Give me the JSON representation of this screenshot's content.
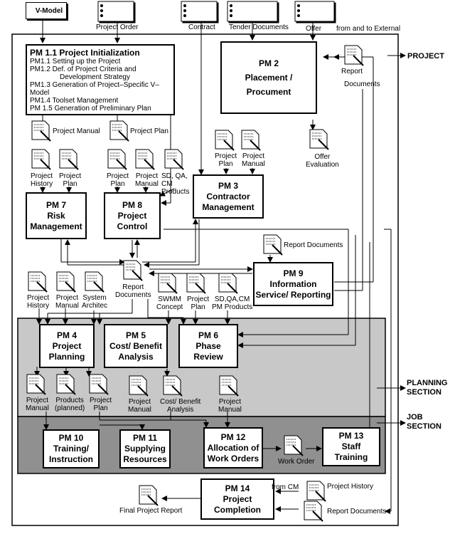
{
  "colors": {
    "planning_fill": "#c8c8c8",
    "job_fill": "#909090",
    "line": "#000000"
  },
  "top_inputs": {
    "v_model": "V-Model",
    "project_order": "Project Order",
    "contract": "Contract",
    "tender_documents": "Tender Documents",
    "offer": "Offer",
    "external": "from and to External"
  },
  "pm11": {
    "title": "PM 1.1 Project Initialization",
    "items": [
      "PM1.1 Setting up the Project",
      "PM1.2 Def. of Project Criteria and",
      "Development Strategy",
      "PM1.3 Generation of Project–Specific V–Model",
      "PM1.4 Toolset Management",
      "PM 1.5 Generation of Preliminary Plan"
    ]
  },
  "boxes": {
    "pm2": [
      "PM 2",
      "Placement /",
      "Procument"
    ],
    "pm3": [
      "PM 3",
      "Contractor",
      "Management"
    ],
    "pm7": [
      "PM 7",
      "Risk",
      "Management"
    ],
    "pm8": [
      "PM 8",
      "Project",
      "Control"
    ],
    "pm9": [
      "PM 9",
      "Information",
      "Service/ Reporting"
    ],
    "pm4": [
      "PM 4",
      "Project",
      "Planning"
    ],
    "pm5": [
      "PM 5",
      "Cost/ Benefit",
      "Analysis"
    ],
    "pm6": [
      "PM 6",
      "Phase",
      "Review"
    ],
    "pm10": [
      "PM 10",
      "Training/",
      "Instruction"
    ],
    "pm11b": [
      "PM 11",
      "Supplying",
      "Resources"
    ],
    "pm12": [
      "PM 12",
      "Allocation of",
      "Work Orders"
    ],
    "pm13": [
      "PM 13",
      "Staff",
      "Training"
    ],
    "pm14": [
      "PM 14",
      "Project",
      "Completion"
    ]
  },
  "docs": {
    "report_documents_pm2": [
      "Report",
      "Documents"
    ],
    "project_manual_top": "Project Manual",
    "project_plan_top": "Project Plan",
    "offer_evaluation": [
      "Offer",
      "Evaluation"
    ],
    "pm3_plan": [
      "Project",
      "Plan"
    ],
    "pm3_manual": [
      "Project",
      "Manual"
    ],
    "pm7_history": [
      "Project",
      "History"
    ],
    "pm7_plan": [
      "Project",
      "Plan"
    ],
    "pm8_plan": [
      "Project",
      "Plan"
    ],
    "pm8_manual": [
      "Project",
      "Manual"
    ],
    "pm8_products": [
      "SD, QA,",
      "CM",
      "Products"
    ],
    "report_documents_pm9": "Report  Documents",
    "report_documents_mid": [
      "Report",
      "Documents"
    ],
    "mid_history": [
      "Project",
      "History"
    ],
    "mid_manual": [
      "Project",
      "Manual"
    ],
    "mid_architec": [
      "System",
      "Architec"
    ],
    "swmm": [
      "SWMM",
      "Concept"
    ],
    "mid_plan": [
      "Project",
      "Plan"
    ],
    "mid_products": [
      "SD,QA,CM",
      "PM Products"
    ],
    "ps_manual": [
      "Project",
      "Manual"
    ],
    "ps_products": [
      "Products",
      "(planned)"
    ],
    "ps_plan": [
      "Project",
      "Plan"
    ],
    "ps_manual2": [
      "Project",
      "Manual"
    ],
    "ps_cba": [
      "Cost/ Benefit",
      "Analysis"
    ],
    "ps_manual3": [
      "Project",
      "Manual"
    ],
    "work_order": "Work Order",
    "from_cm": "from CM",
    "project_history_bottom": "Project History",
    "final_report": "Final Project Report",
    "report_documents_bottom": "Report Documents"
  },
  "sections": {
    "project": "PROJECT",
    "planning": [
      "PLANNING",
      "SECTION"
    ],
    "job": [
      "JOB",
      "SECTION"
    ]
  }
}
